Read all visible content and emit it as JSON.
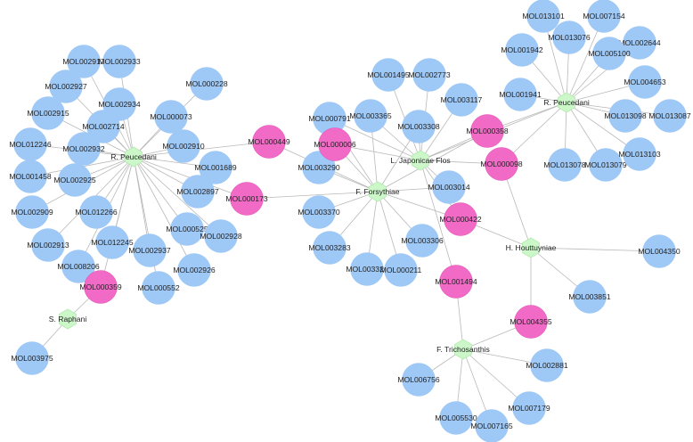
{
  "colors": {
    "molecule": "#9ec8f6",
    "shared_molecule": "#f06ac6",
    "herb": "#ccf7c9",
    "edge": "#b9b9b9"
  },
  "herbs": [
    "R. Peucedani",
    "R. Peucedani",
    "S. Raphani",
    "L. Japonicae Flos",
    "F. Forsythiae",
    "H. Houttuyniae",
    "F. Trichosanthis"
  ],
  "shared_molecules": [
    "MOL000449",
    "MOL000173",
    "MOL000006",
    "MOL000358",
    "MOL000098",
    "MOL000422",
    "MOL001494",
    "MOL004355",
    "MOL000359"
  ],
  "molecules": [
    "MOL002917",
    "MOL002933",
    "MOL002927",
    "MOL000228",
    "MOL002915",
    "MOL002934",
    "MOL000073",
    "MOL002714",
    "MOL012246",
    "MOL002932",
    "MOL002910",
    "MOL001689",
    "MOL001458",
    "MOL002925",
    "MOL002897",
    "MOL002909",
    "MOL012266",
    "MOL000525",
    "MOL002928",
    "MOL002913",
    "MOL012245",
    "MOL002937",
    "MOL008206",
    "MOL002926",
    "MOL000552",
    "MOL003975",
    "MOL001495",
    "MOL002773",
    "MOL003117",
    "MOL003365",
    "MOL000791",
    "MOL003308",
    "MOL003290",
    "MOL003014",
    "MOL003370",
    "MOL003283",
    "MOL003306",
    "MOL003322",
    "MOL000211",
    "MOL013101",
    "MOL007154",
    "MOL013076",
    "MOL001942",
    "MOL002644",
    "MOL005100",
    "MOL004653",
    "MOL001941",
    "MOL013098",
    "MOL013087",
    "MOL013078",
    "MOL013079",
    "MOL013103",
    "MOL004350",
    "MOL003851",
    "MOL002881",
    "MOL006756",
    "MOL007179",
    "MOL005530",
    "MOL007165"
  ]
}
